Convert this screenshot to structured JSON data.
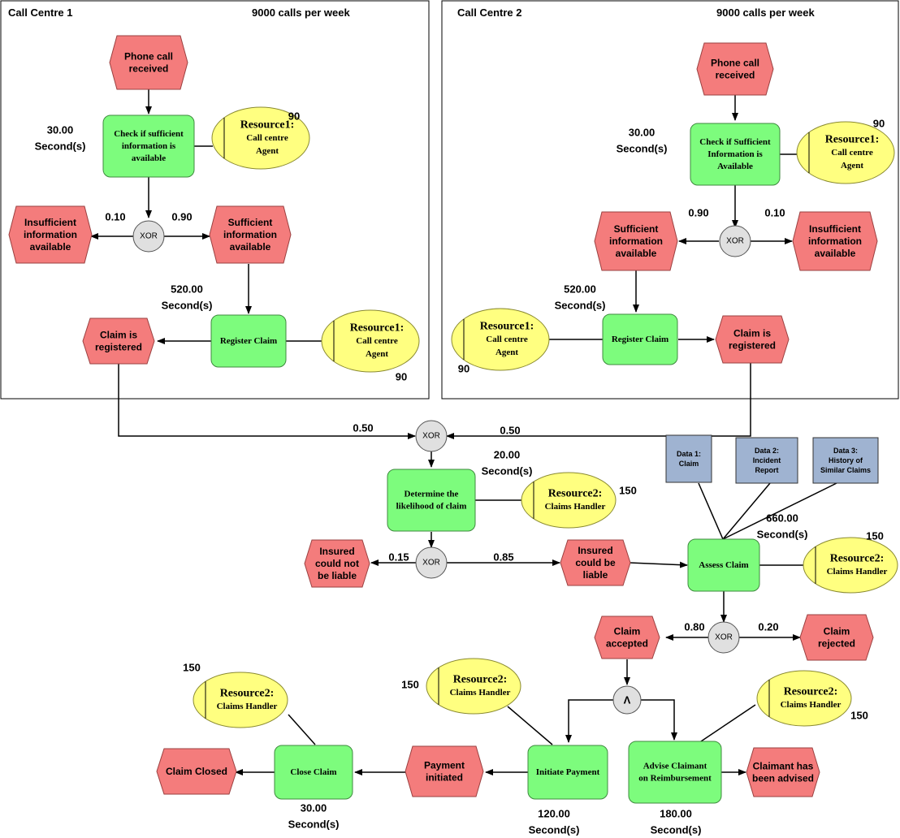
{
  "colors": {
    "event": "#f47c7c",
    "function": "#7dfc7d",
    "resource": "#ffff80",
    "connector": "#e0e0e0",
    "data": "#9fb3d1"
  },
  "centre1": {
    "title": "Call Centre 1",
    "rate": "9000 calls per week"
  },
  "centre2": {
    "title": "Call Centre 2",
    "rate": "9000 calls per week"
  },
  "labels": {
    "cc1_phone": [
      "Phone call",
      "received"
    ],
    "cc1_check": [
      "Check if sufficient",
      "information is",
      "available"
    ],
    "cc1_res1": [
      "Resource1:",
      "Call centre",
      "Agent"
    ],
    "cc1_res1_count": "90",
    "cc1_check_time": [
      "30.00",
      "Second(s)"
    ],
    "cc1_insuff": [
      "Insufficient",
      "information",
      "available"
    ],
    "cc1_suff": [
      "Sufficient",
      "information",
      "available"
    ],
    "cc1_p_insuff": "0.10",
    "cc1_p_suff": "0.90",
    "cc1_reg_time": [
      "520.00",
      "Second(s)"
    ],
    "cc1_claim_reg": [
      "Claim is",
      "registered"
    ],
    "cc1_register": "Register Claim",
    "cc1_res2": [
      "Resource1:",
      "Call centre",
      "Agent"
    ],
    "cc1_res2_count": "90",
    "cc2_phone": [
      "Phone call",
      "received"
    ],
    "cc2_check": [
      "Check if Sufficient",
      "Information is",
      "Available"
    ],
    "cc2_res1": [
      "Resource1:",
      "Call centre",
      "Agent"
    ],
    "cc2_res1_count": "90",
    "cc2_check_time": [
      "30.00",
      "Second(s)"
    ],
    "cc2_suff": [
      "Sufficient",
      "information",
      "available"
    ],
    "cc2_insuff": [
      "Insufficient",
      "information",
      "available"
    ],
    "cc2_p_suff": "0.90",
    "cc2_p_insuff": "0.10",
    "cc2_reg_time": [
      "520.00",
      "Second(s)"
    ],
    "cc2_res2": [
      "Resource1:",
      "Call centre",
      "Agent"
    ],
    "cc2_res2_count": "90",
    "cc2_register": "Register Claim",
    "cc2_claim_reg": [
      "Claim is",
      "registered"
    ],
    "merge_p1": "0.50",
    "merge_p2": "0.50",
    "det_time": [
      "20.00",
      "Second(s)"
    ],
    "det": [
      "Determine the",
      "likelihood of claim"
    ],
    "det_res": [
      "Resource2:",
      "Claims Handler"
    ],
    "det_res_count": "150",
    "not_liable": [
      "Insured",
      "could not",
      "be liable"
    ],
    "p_not_liable": "0.15",
    "p_liable": "0.85",
    "liable": [
      "Insured",
      "could  be",
      "liable"
    ],
    "data1": [
      "Data 1:",
      "Claim"
    ],
    "data2": [
      "Data 2:",
      "Incident",
      "Report"
    ],
    "data3": [
      "Data 3:",
      "History of",
      "Similar Claims"
    ],
    "assess_time": [
      "660.00",
      "Second(s)"
    ],
    "assess": "Assess Claim",
    "assess_res": [
      "Resource2:",
      "Claims Handler"
    ],
    "assess_res_count": "150",
    "accepted": [
      "Claim",
      "accepted"
    ],
    "p_accepted": "0.80",
    "p_rejected": "0.20",
    "rejected": [
      "Claim",
      "rejected"
    ],
    "and_symbol": "Λ",
    "xor": "XOR",
    "close_res": [
      "Resource2:",
      "Claims Handler"
    ],
    "close_res_count": "150",
    "pay_res": [
      "Resource2:",
      "Claims Handler"
    ],
    "pay_res_count": "150",
    "advise_res": [
      "Resource2:",
      "Claims Handler"
    ],
    "advise_res_count": "150",
    "closed": "Claim Closed",
    "close": "Close Claim",
    "close_time": [
      "30.00",
      "Second(s)"
    ],
    "pay_init": [
      "Payment",
      "initiated"
    ],
    "pay": "Initiate Payment",
    "pay_time": [
      "120.00",
      "Second(s)"
    ],
    "advise": [
      "Advise Claimant",
      "on Reimbursement"
    ],
    "advise_time": [
      "180.00",
      "Second(s)"
    ],
    "advised": [
      "Claimant has",
      "been advised"
    ]
  }
}
